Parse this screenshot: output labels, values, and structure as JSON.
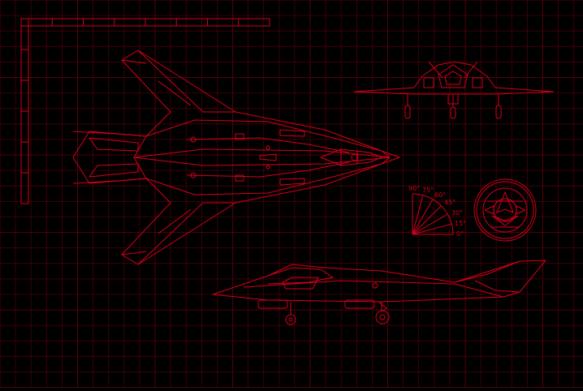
{
  "blueprint": {
    "colors": {
      "background": "#000000",
      "grid": "#4a0008",
      "grid_major": "#6a000c",
      "line": "#d4001a",
      "line_bright": "#ff1a2e"
    },
    "angle_gauge": {
      "labels": [
        "90°",
        "75°",
        "60°",
        "45°",
        "30°",
        "15°",
        "0°"
      ]
    }
  }
}
